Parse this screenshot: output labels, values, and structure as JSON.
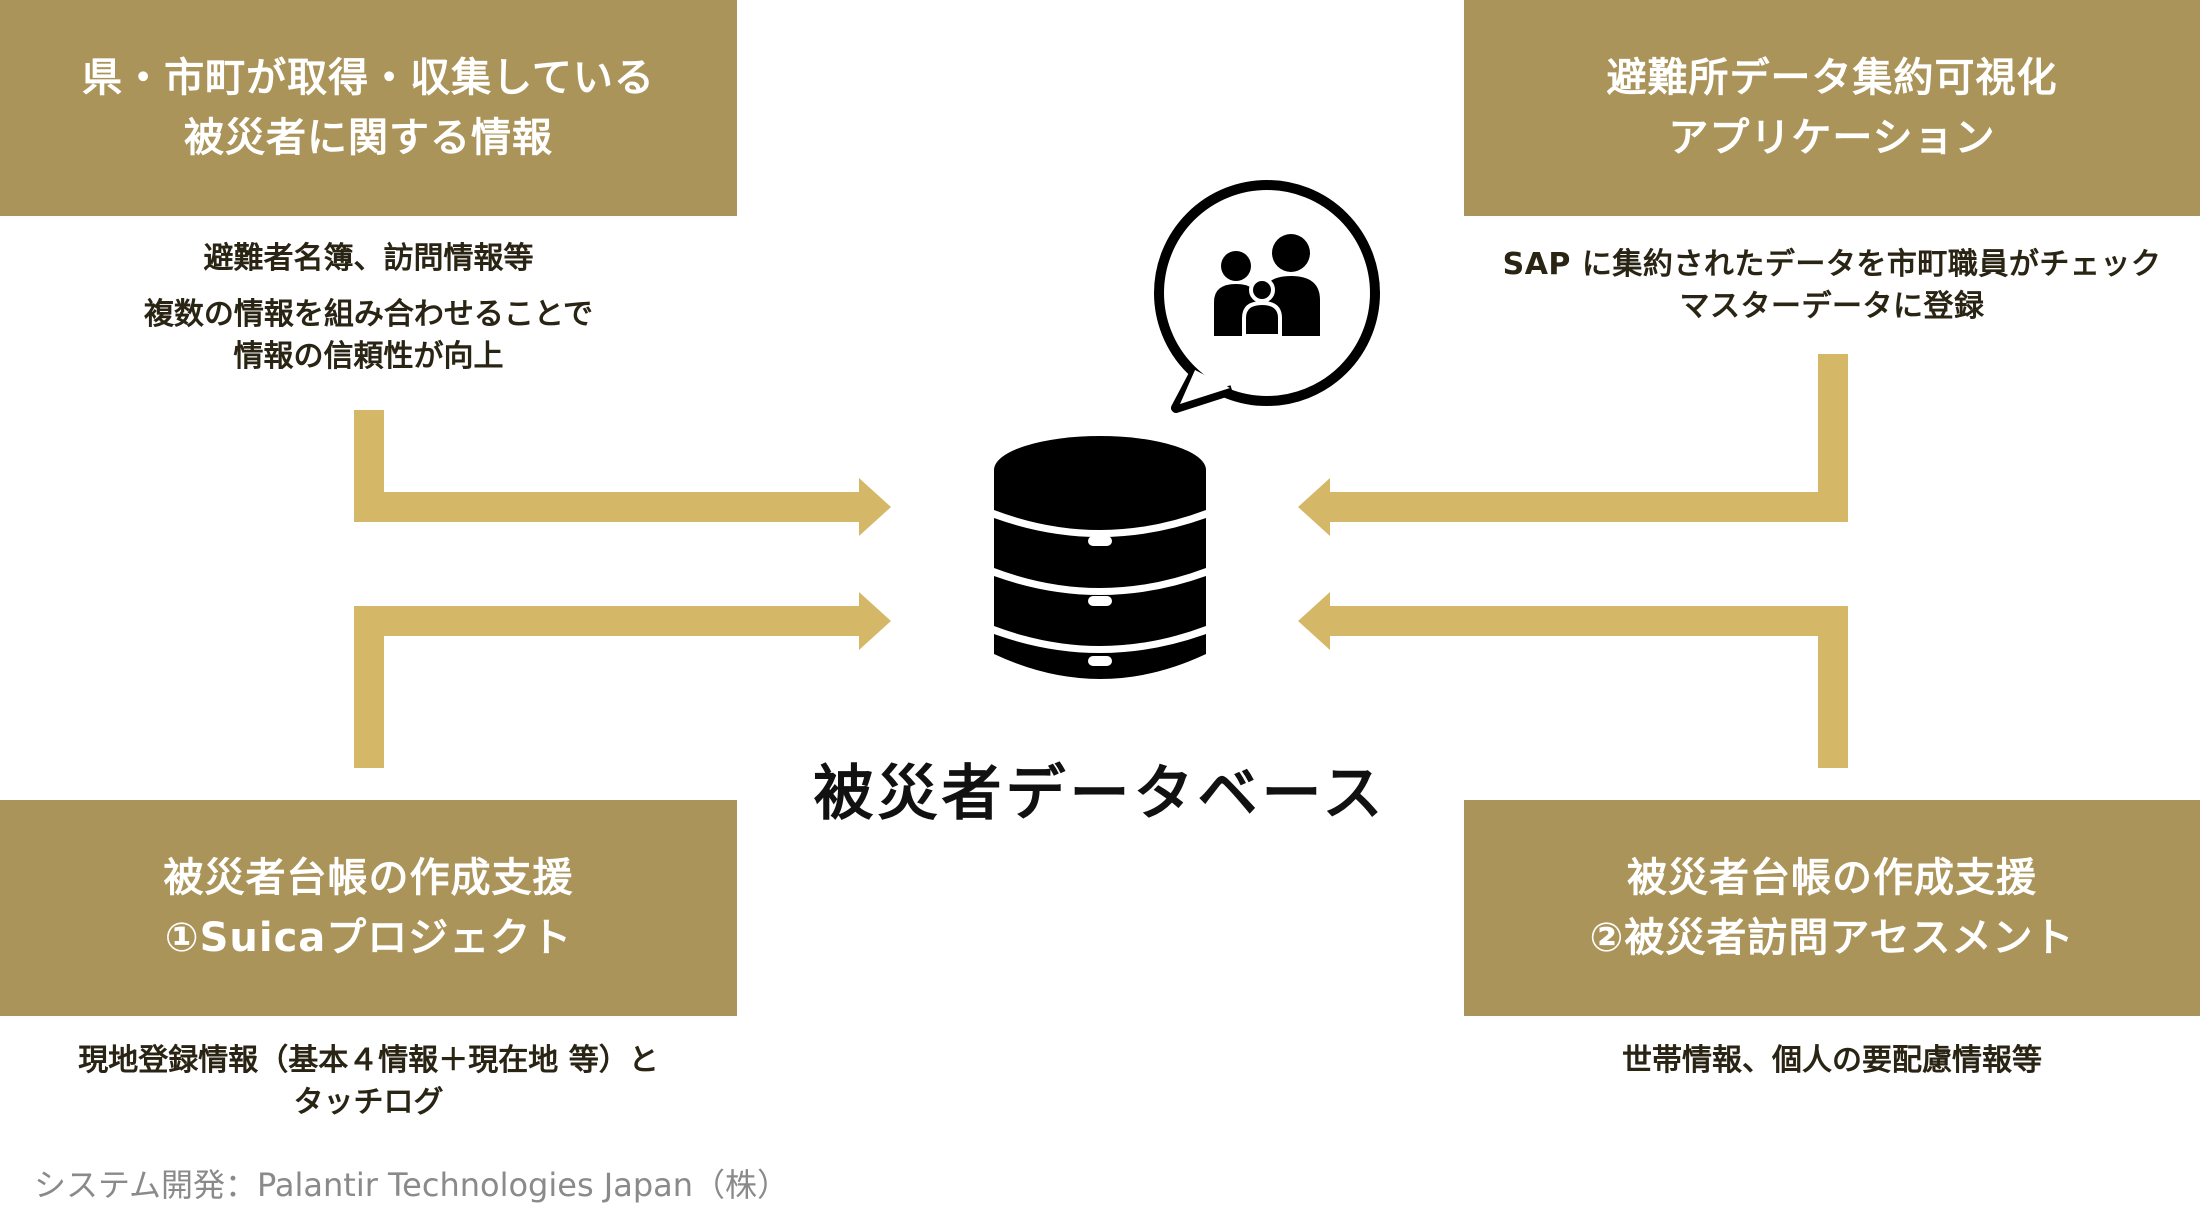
{
  "boxes": {
    "top_left": {
      "line1": "県・市町が取得・収集している",
      "line2": "被災者に関する情報"
    },
    "top_right": {
      "line1": "避難所データ集約可視化",
      "line2": "アプリケーション"
    },
    "bottom_left": {
      "line1": "被災者台帳の作成支援",
      "line2": "①Suicaプロジェクト"
    },
    "bottom_right": {
      "line1": "被災者台帳の作成支援",
      "line2": "②被災者訪問アセスメント"
    }
  },
  "descriptions": {
    "top_left": {
      "line1": "避難者名簿、訪問情報等",
      "line2": "複数の情報を組み合わせることで",
      "line3": "情報の信頼性が向上"
    },
    "top_right": {
      "line1": "SAP に集約されたデータを市町職員がチェック",
      "line2": "マスターデータに登録"
    },
    "bottom_left": {
      "line1": "現地登録情報（基本４情報＋現在地 等）と",
      "line2": "タッチログ"
    },
    "bottom_right": {
      "line1": "世帯情報、個人の要配慮情報等"
    }
  },
  "center": {
    "title": "被災者データベース"
  },
  "footer": {
    "text": "システム開発：Palantir Technologies Japan（株）"
  },
  "icons": {
    "database": "database-icon",
    "people": "family-speech-bubble-icon"
  },
  "colors": {
    "box": "#ab9459",
    "arrow": "#d5b867",
    "icon": "#000000"
  }
}
